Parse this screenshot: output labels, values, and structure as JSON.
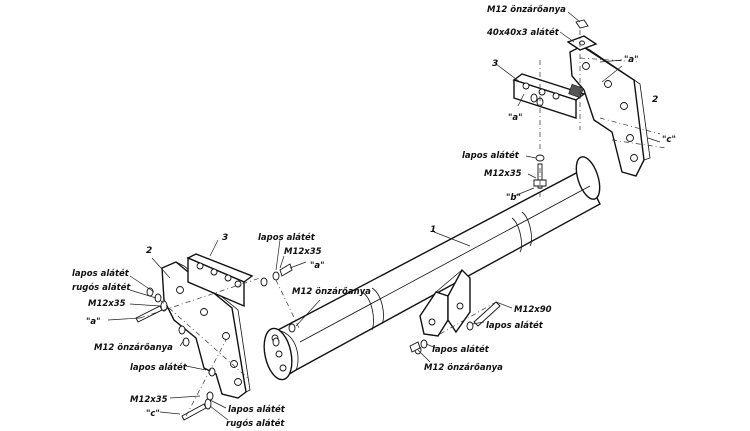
{
  "labels": {
    "part_1": "1",
    "part_2_right": "2",
    "part_2_left": "2",
    "part_3_right": "3",
    "part_3_left": "3",
    "top_nut": "M12 önzárőanya",
    "top_plate": "40x40x3 alátét",
    "right_a": "\"a\"",
    "right_a2": "\"a\"",
    "right_c": "\"c\"",
    "right_washer": "lapos alátét",
    "right_bolt": "M12x35",
    "right_b": "\"b\"",
    "center_washer": "lapos alátét",
    "center_bolt": "M12x35",
    "center_a": "\"a\"",
    "center_nut": "M12 önzárőanya",
    "left_washer": "lapos alátét",
    "left_spring": "rugós alátét",
    "left_bolt": "M12x35",
    "left_a": "\"a\"",
    "left_nut": "M12 önzárőanya",
    "left_washer2": "lapos alátét",
    "left_bolt2": "M12x35",
    "left_c": "\"c\"",
    "bottom_washer": "lapos alátét",
    "bottom_spring": "rugós alátét",
    "bolt_m12x90": "M12x90",
    "br_washer": "lapos alátét",
    "br_washer2": "lapos alátét",
    "br_nut": "M12 önzárőanya"
  }
}
